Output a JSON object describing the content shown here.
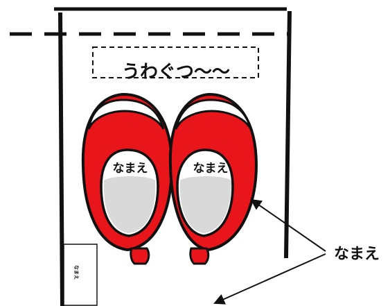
{
  "locker_label": "うわぐつ〜〜",
  "shoe_name_left": "なまえ",
  "shoe_name_right": "なまえ",
  "side_tag_text": "なまえ",
  "callout_label": "なまえ",
  "colors": {
    "shoe_red": "#e8151b",
    "insole_gray": "#d9d9d9",
    "outline": "#111111"
  }
}
